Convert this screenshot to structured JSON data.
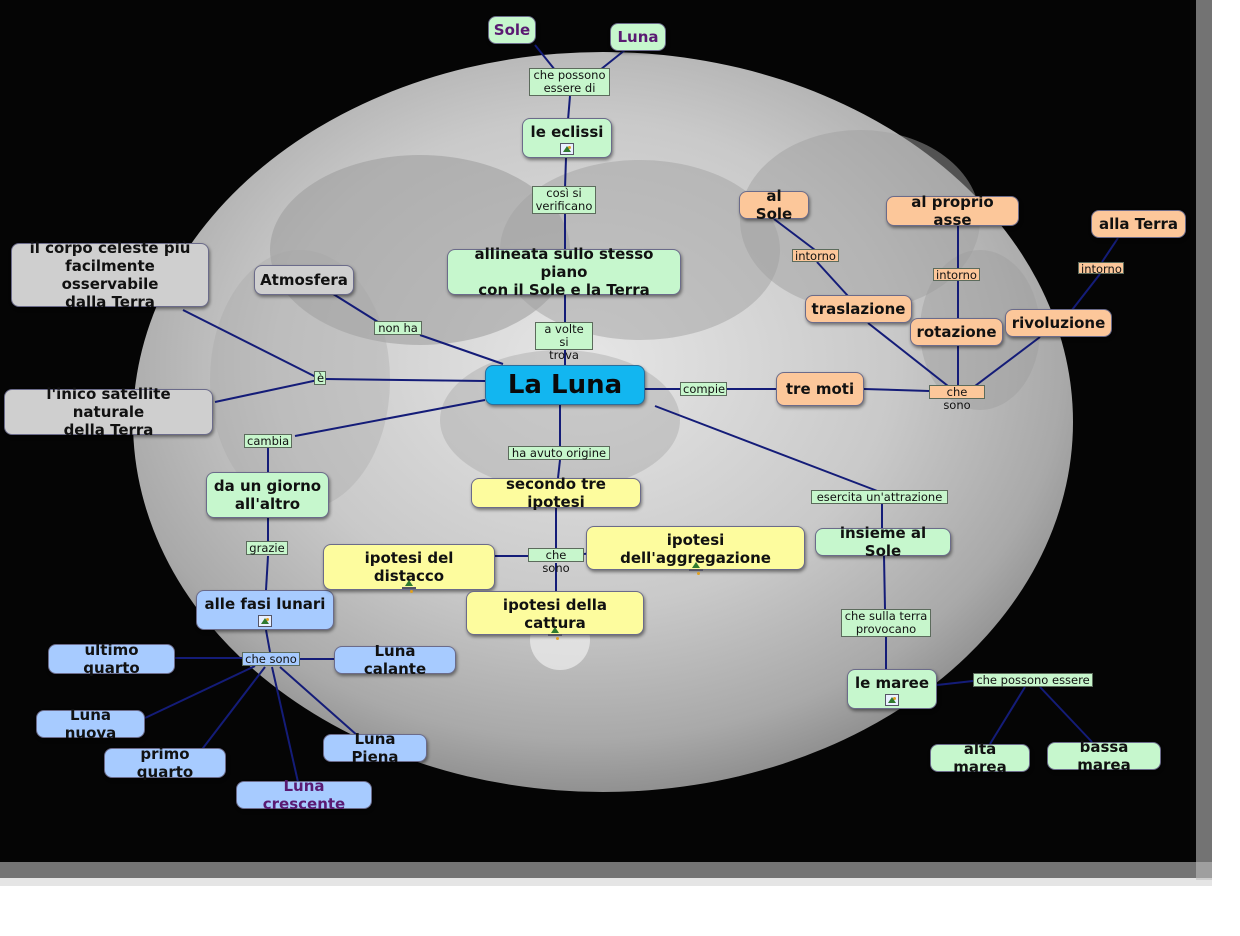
{
  "title": "La Luna",
  "nodes": {
    "main": "La Luna",
    "sole_top": "Sole",
    "luna_top": "Luna",
    "eclissi": "le eclissi",
    "allineata": "allineata sullo stesso piano\ncon il Sole e la Terra",
    "atmosfera": "Atmosfera",
    "corpo": "il corpo celeste più\nfacilmente osservabile\ndalla Terra",
    "satellite": "l'inico satellite naturale\ndella Terra",
    "giorno": "da un giorno\nall'altro",
    "fasi": "alle fasi lunari",
    "ultimo": "ultimo quarto",
    "calante": "Luna calante",
    "nuova": "Luna nuova",
    "piena": "Luna Piena",
    "primo": "primo quarto",
    "crescente": "Luna crescente",
    "secondo": "secondo tre ipotesi",
    "distacco": "ipotesi del distacco",
    "aggregazione": "ipotesi dell'aggregazione",
    "cattura": "ipotesi della cattura",
    "al_sole": "al Sole",
    "asse": "al proprio asse",
    "terra": "alla Terra",
    "traslazione": "traslazione",
    "rotazione": "rotazione",
    "rivoluzione": "rivoluzione",
    "tre_moti": "tre moti",
    "insieme": "insieme al Sole",
    "maree": "le maree",
    "alta": "alta marea",
    "bassa": "bassa marea"
  },
  "links": {
    "possono_essere": "che possono\nessere di",
    "cosi": "così si\nverificano",
    "a_volte": "a volte si\ntrova",
    "non_ha": "non ha",
    "e": "è",
    "cambia": "cambia",
    "grazie": "grazie",
    "che_sono_fasi": "che sono",
    "ha_avuto": "ha avuto origine",
    "che_sono_ipotesi": "che sono",
    "compie": "compie",
    "che_sono_moti": "che sono",
    "intorno1": "intorno",
    "intorno2": "intorno",
    "intorno3": "intorno",
    "esercita": "esercita un'attrazione",
    "provocano": "che sulla terra\nprovocano",
    "che_possono_essere": "che possono essere"
  },
  "colors": {
    "main": "#12b6f0",
    "green": "#c6f7cd",
    "orange": "#fcc79a",
    "yellow": "#fdfc9e",
    "blue": "#a7cbff",
    "grey": "#cfcfcf",
    "line": "#141c78"
  },
  "icons": [
    "image-icon"
  ]
}
